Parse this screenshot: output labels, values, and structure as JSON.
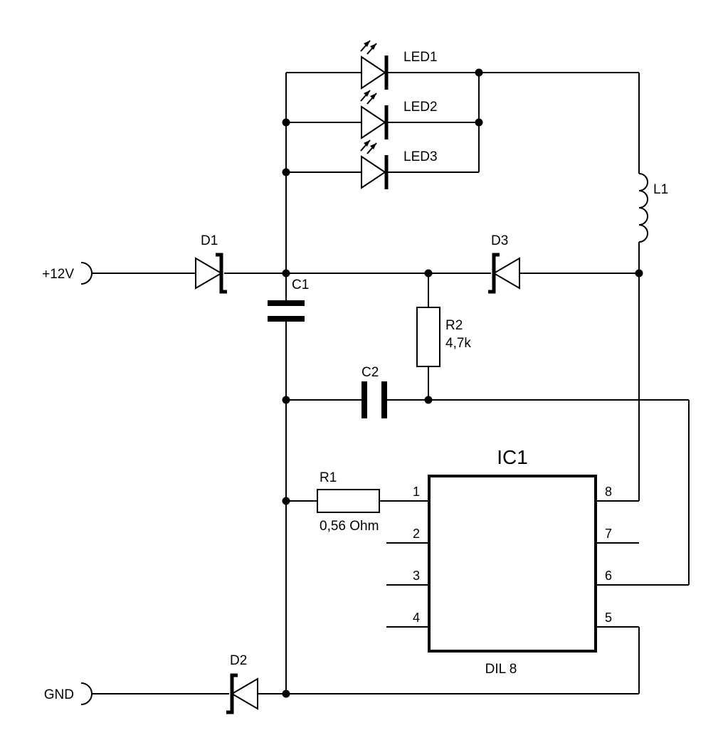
{
  "terminals": {
    "vcc": "+12V",
    "gnd": "GND"
  },
  "components": {
    "d1": "D1",
    "d2": "D2",
    "d3": "D3",
    "led1": "LED1",
    "led2": "LED2",
    "led3": "LED3",
    "l1": "L1",
    "c1": "C1",
    "c2": "C2",
    "r1": {
      "name": "R1",
      "value": "0,56 Ohm"
    },
    "r2": {
      "name": "R2",
      "value": "4,7k"
    }
  },
  "ic1": {
    "name": "IC1",
    "package": "DIL 8",
    "pins": [
      "1",
      "2",
      "3",
      "4",
      "5",
      "6",
      "7",
      "8"
    ]
  }
}
